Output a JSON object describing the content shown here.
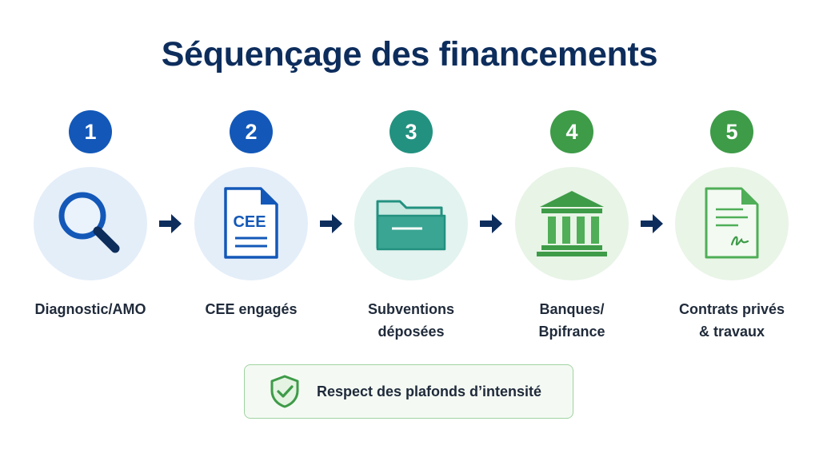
{
  "title": "Séquençage des financements",
  "steps": [
    {
      "number": "1",
      "label_line1": "Diagnostic/AMO",
      "label_line2": "",
      "icon": "magnifier-icon",
      "badge_color": "#1358b8",
      "circle_color": "#e4eef9"
    },
    {
      "number": "2",
      "label_line1": "CEE engagés",
      "label_line2": "",
      "icon": "document-icon",
      "icon_text": "CEE",
      "badge_color": "#1358b8",
      "circle_color": "#e4eef9"
    },
    {
      "number": "3",
      "label_line1": "Subventions",
      "label_line2": "déposées",
      "icon": "folder-icon",
      "badge_color": "#239180",
      "circle_color": "#e3f3ef"
    },
    {
      "number": "4",
      "label_line1": "Banques/",
      "label_line2": "Bpifrance",
      "icon": "bank-icon",
      "badge_color": "#3e9b48",
      "circle_color": "#e7f4e6"
    },
    {
      "number": "5",
      "label_line1": "Contrats privés",
      "label_line2": "& travaux",
      "icon": "contract-icon",
      "badge_color": "#3e9b48",
      "circle_color": "#e9f5e7"
    }
  ],
  "note": {
    "text": "Respect des plafonds d’intensité",
    "icon": "shield-check-icon"
  },
  "colors": {
    "title": "#0d2d5c",
    "arrow": "#0d2d5c",
    "note_border": "#9fd3a0"
  }
}
